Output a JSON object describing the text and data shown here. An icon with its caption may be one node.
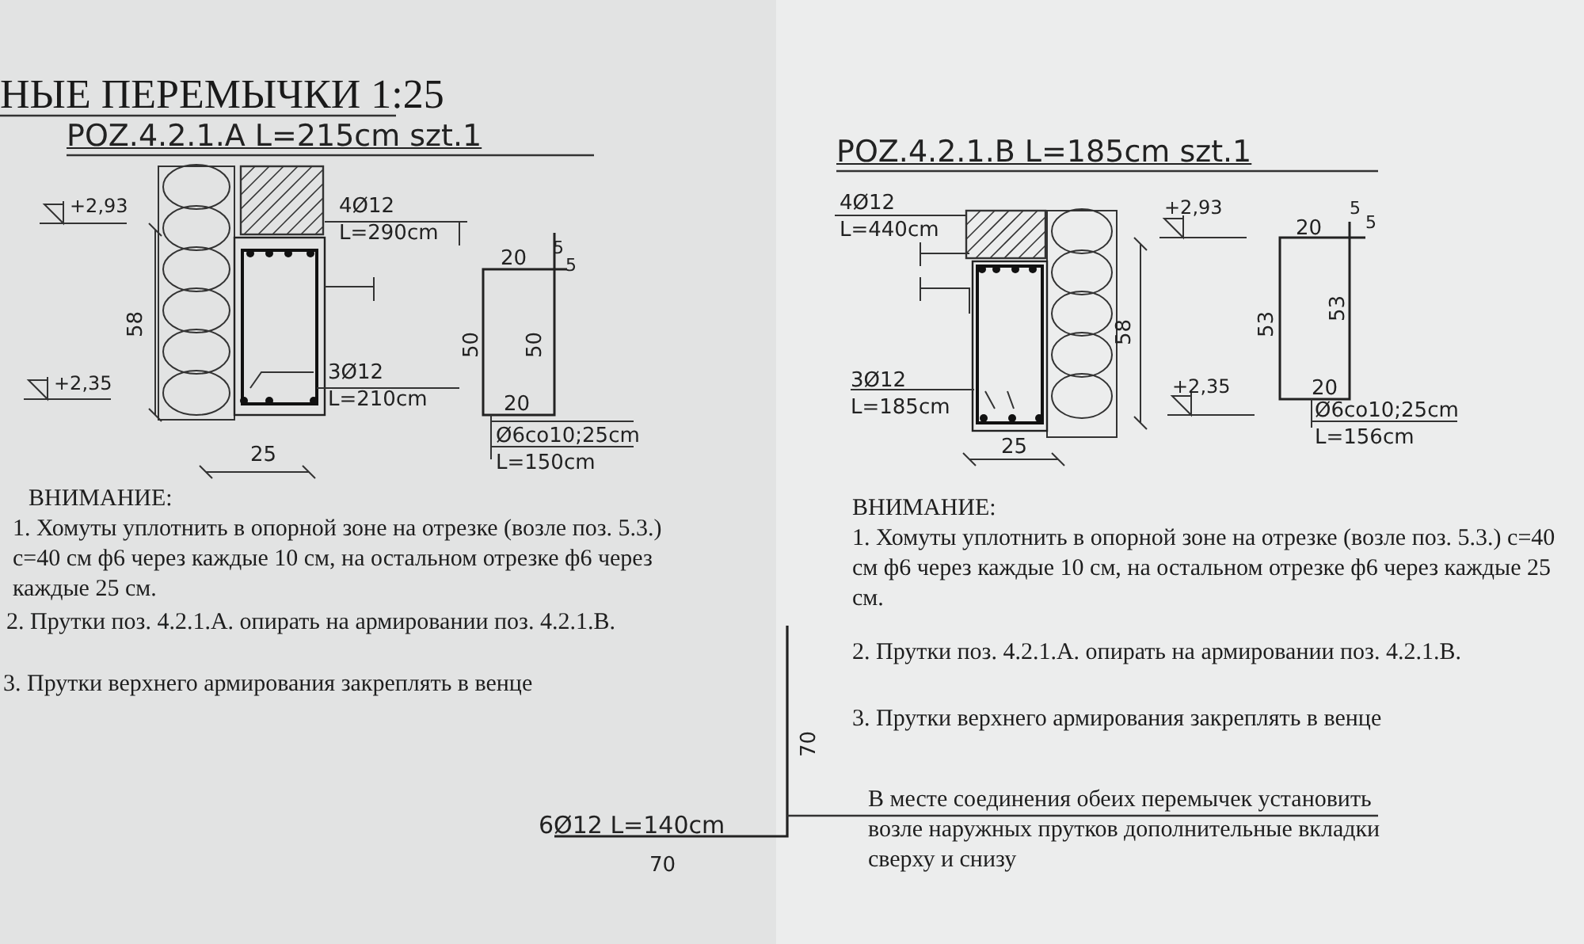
{
  "diagram": {
    "title": "НЫЕ ПЕРЕМЫЧКИ 1:25",
    "labels": [
      "POZ.4.2.1.A L=215cm szt.1",
      "+2,93",
      "4Ø12",
      "L=290cm",
      "20",
      "5",
      "5",
      "58",
      "50",
      "50",
      "+2,35",
      "3Ø12",
      "L=210cm",
      "20",
      "Ø6co10;25cm",
      "L=150cm",
      "25",
      "ВНИМАНИЕ:",
      "1. Хомуты уплотнить в опорной зоне на отрезке (возле поз. 5.3.) c=40 см ф6 через каждые 10 см, на остальном отрезке ф6 через каждые 25 см.",
      "2. Прутки поз. 4.2.1.А. опирать на армировании поз. 4.2.1.В.",
      "3. Прутки верхнего армирования закреплять в венце",
      "POZ.4.2.1.B L=185cm szt.1",
      "4Ø12",
      "L=440cm",
      "+2,93",
      "20",
      "5",
      "5",
      "58",
      "53",
      "53",
      "+2,35",
      "3Ø12",
      "L=185cm",
      "20",
      "Ø6co10;25cm",
      "L=156cm",
      "25",
      "ВНИМАНИЕ:",
      "1. Хомуты уплотнить в опорной зоне на отрезке (возле поз. 5.3.) c=40 см ф6 через каждые 10 см, на остальном отрезке ф6 через каждые 25 см.",
      "2. Прутки поз. 4.2.1.А. опирать на армировании поз. 4.2.1.В.",
      "3. Прутки верхнего армирования закреплять в венце",
      "70",
      "6Ø12 L=140cm",
      "70",
      "В месте соединения обеих перемычек установить возле наружных прутков дополнительные вкладки сверху и снизу"
    ]
  }
}
